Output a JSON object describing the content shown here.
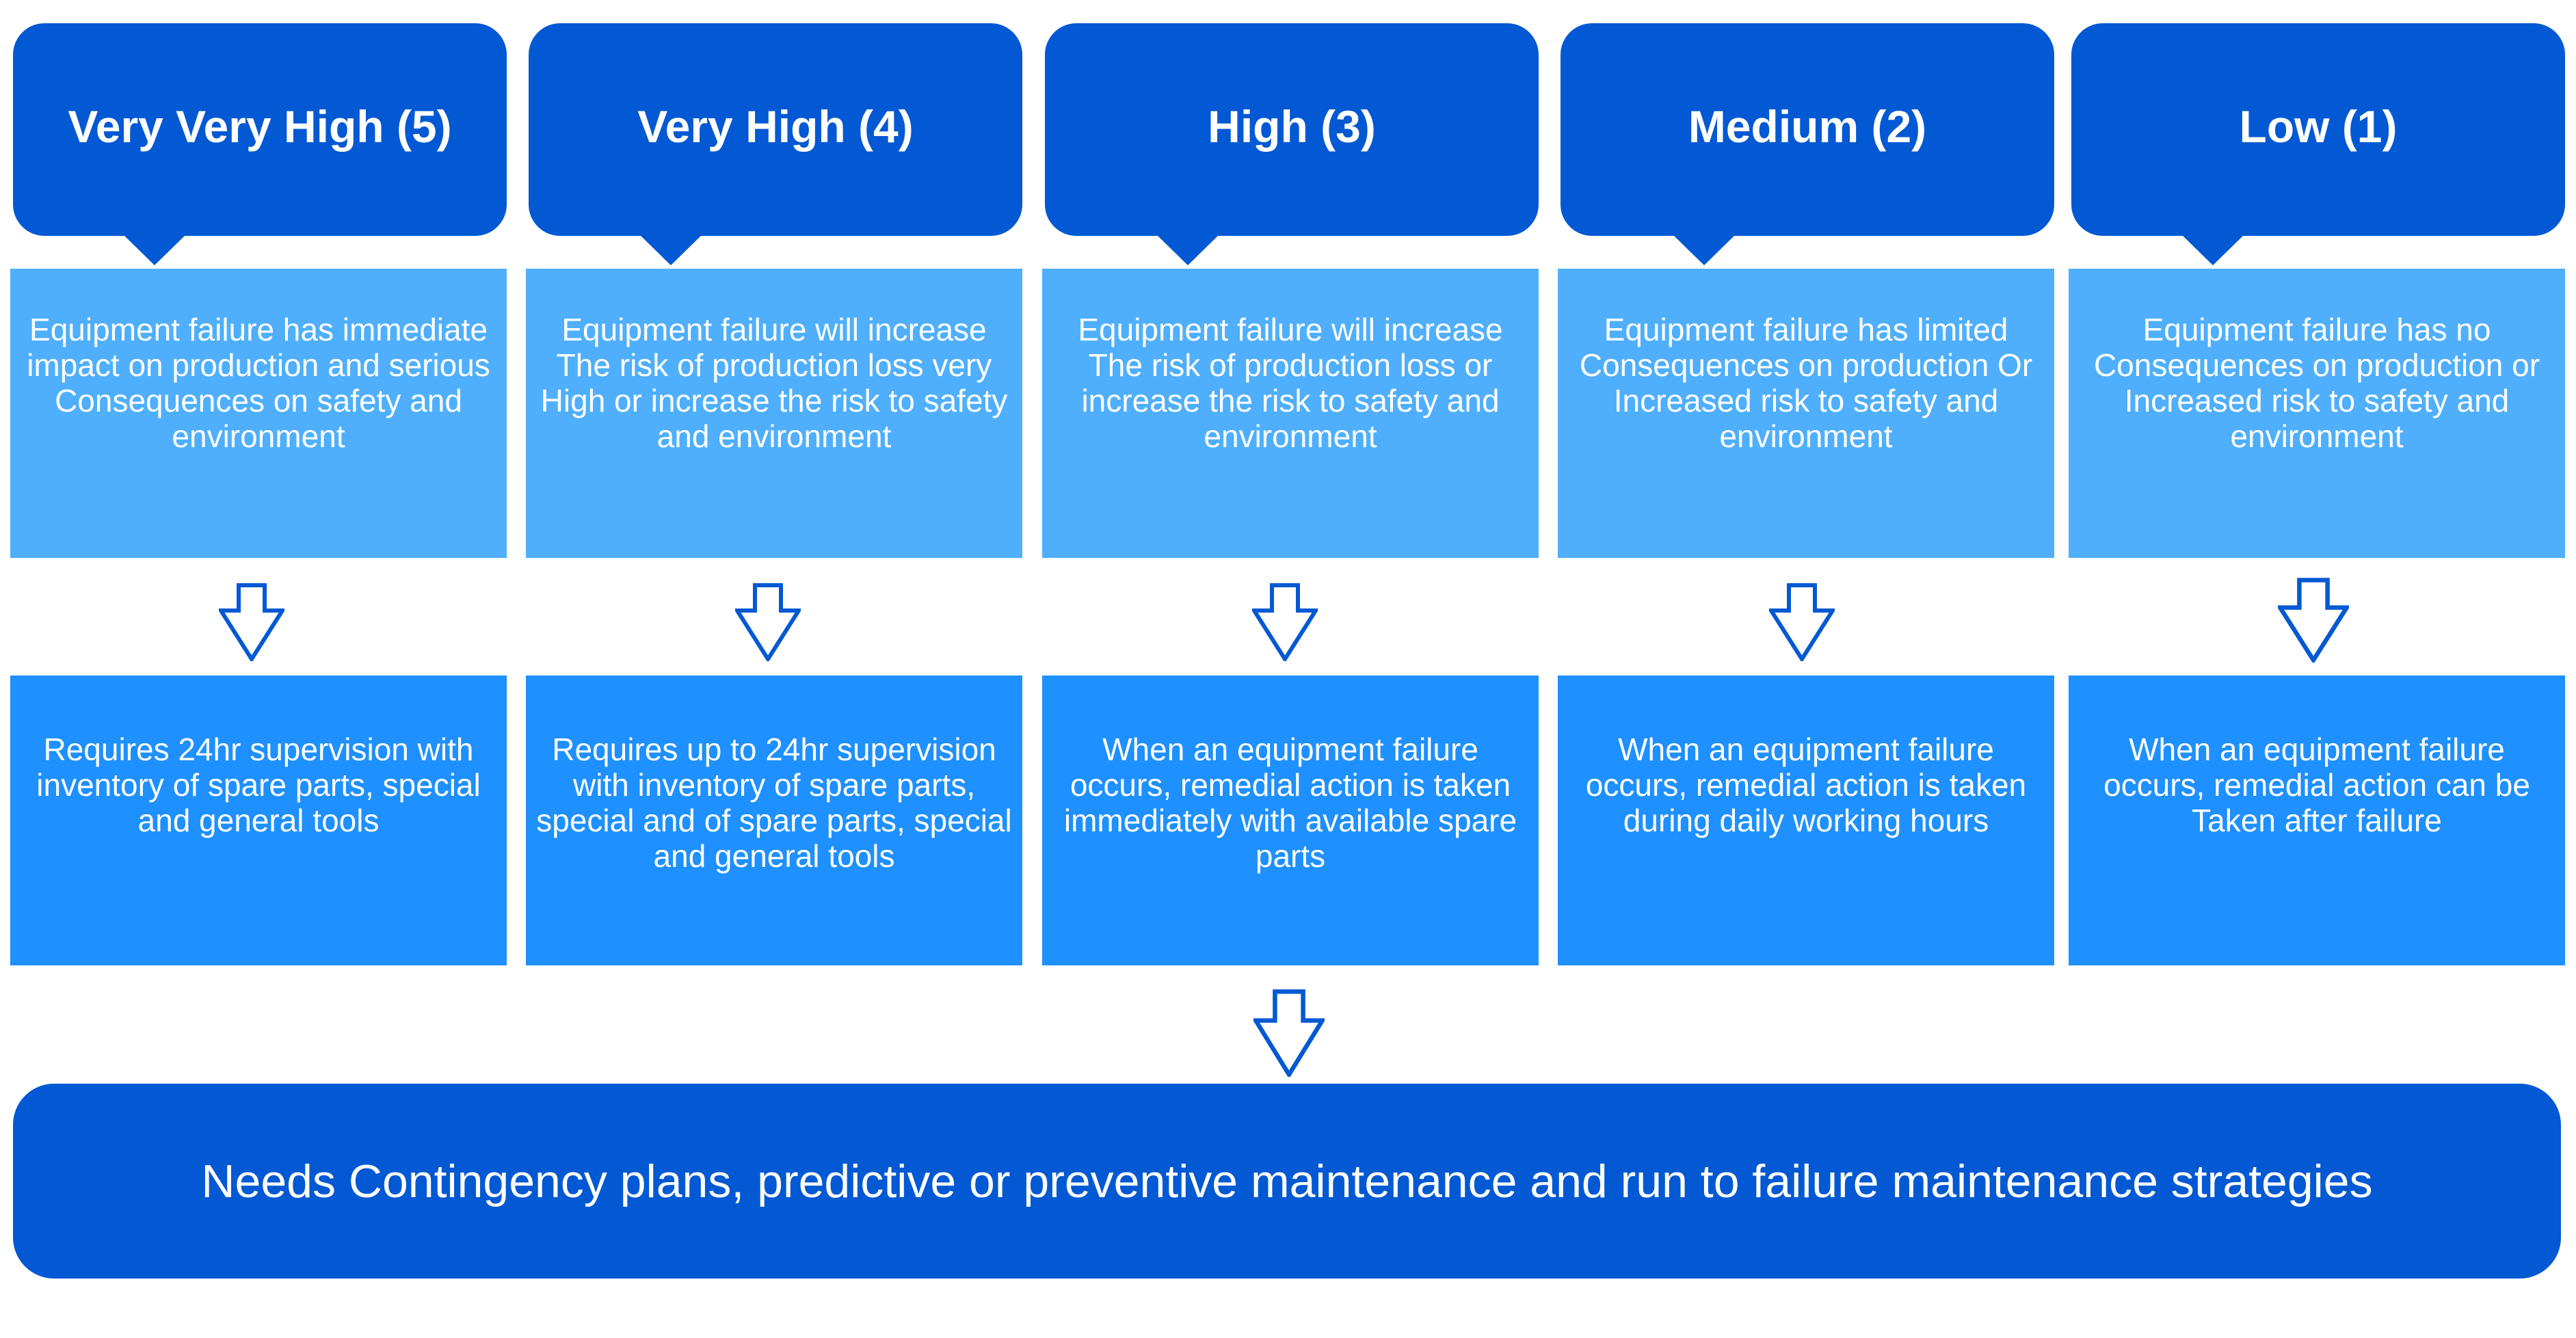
{
  "colors": {
    "header_blue": "#0359D3",
    "description_blue": "#4FAFFD",
    "action_blue": "#1E90FF",
    "arrow_outline": "#0359D3",
    "text": "#FFFFFF"
  },
  "levels": [
    {
      "title": "Very Very High (5)",
      "description": "Equipment failure has immediate impact on production  and serious Consequences on safety and environment",
      "action": "Requires 24hr supervision with inventory of spare parts, special and general tools",
      "arrow_icon": "down-arrow-outline"
    },
    {
      "title": "Very High (4)",
      "description": "Equipment failure will increase The risk of production loss very High or increase the risk to safety and environment",
      "action": "Requires up to 24hr supervision with inventory of spare parts, special and of spare parts, special and general tools",
      "arrow_icon": "down-arrow-outline"
    },
    {
      "title": "High (3)",
      "description": "Equipment failure will increase  The risk of production loss or increase the risk to safety and environment",
      "action": "When an equipment failure occurs, remedial action is taken  immediately with available spare parts",
      "arrow_icon": "down-arrow-outline"
    },
    {
      "title": "Medium (2)",
      "description": "Equipment failure has limited Consequences on production Or Increased risk to safety and environment",
      "action": "When an equipment failure occurs, remedial action is taken   during daily working hours",
      "arrow_icon": "down-arrow-outline"
    },
    {
      "title": "Low (1)",
      "description": "Equipment failure has no Consequences on production or Increased risk to safety and environment",
      "action": "When an equipment failure occurs, remedial action  can be Taken after failure",
      "arrow_icon": "down-arrow-outline"
    }
  ],
  "summary": {
    "text": "Needs Contingency plans, predictive or preventive maintenance and run to failure maintenance strategies",
    "arrow_icon": "down-arrow-outline"
  }
}
